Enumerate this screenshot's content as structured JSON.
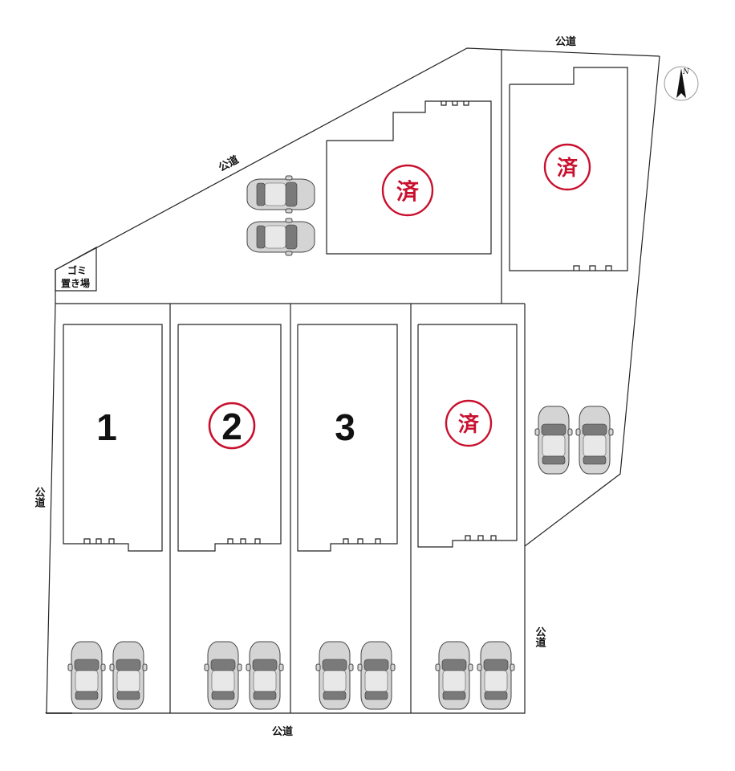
{
  "roads": {
    "top": "公道",
    "diagonal": "公道",
    "left": "公道",
    "right": "公道",
    "bottom": "公道"
  },
  "garbage": {
    "line1": "ゴミ",
    "line2": "置き場"
  },
  "compass": {
    "label": "N"
  },
  "lots": [
    {
      "label": "1",
      "status": "available"
    },
    {
      "label": "2",
      "status": "circled"
    },
    {
      "label": "3",
      "status": "available"
    },
    {
      "label": "済",
      "status": "sold"
    }
  ],
  "north_lots": [
    {
      "label": "済",
      "status": "sold"
    },
    {
      "label": "済",
      "status": "sold"
    }
  ],
  "colors": {
    "sold": "#c8102e",
    "lines": "#222222",
    "car": "#d4d4d4"
  }
}
